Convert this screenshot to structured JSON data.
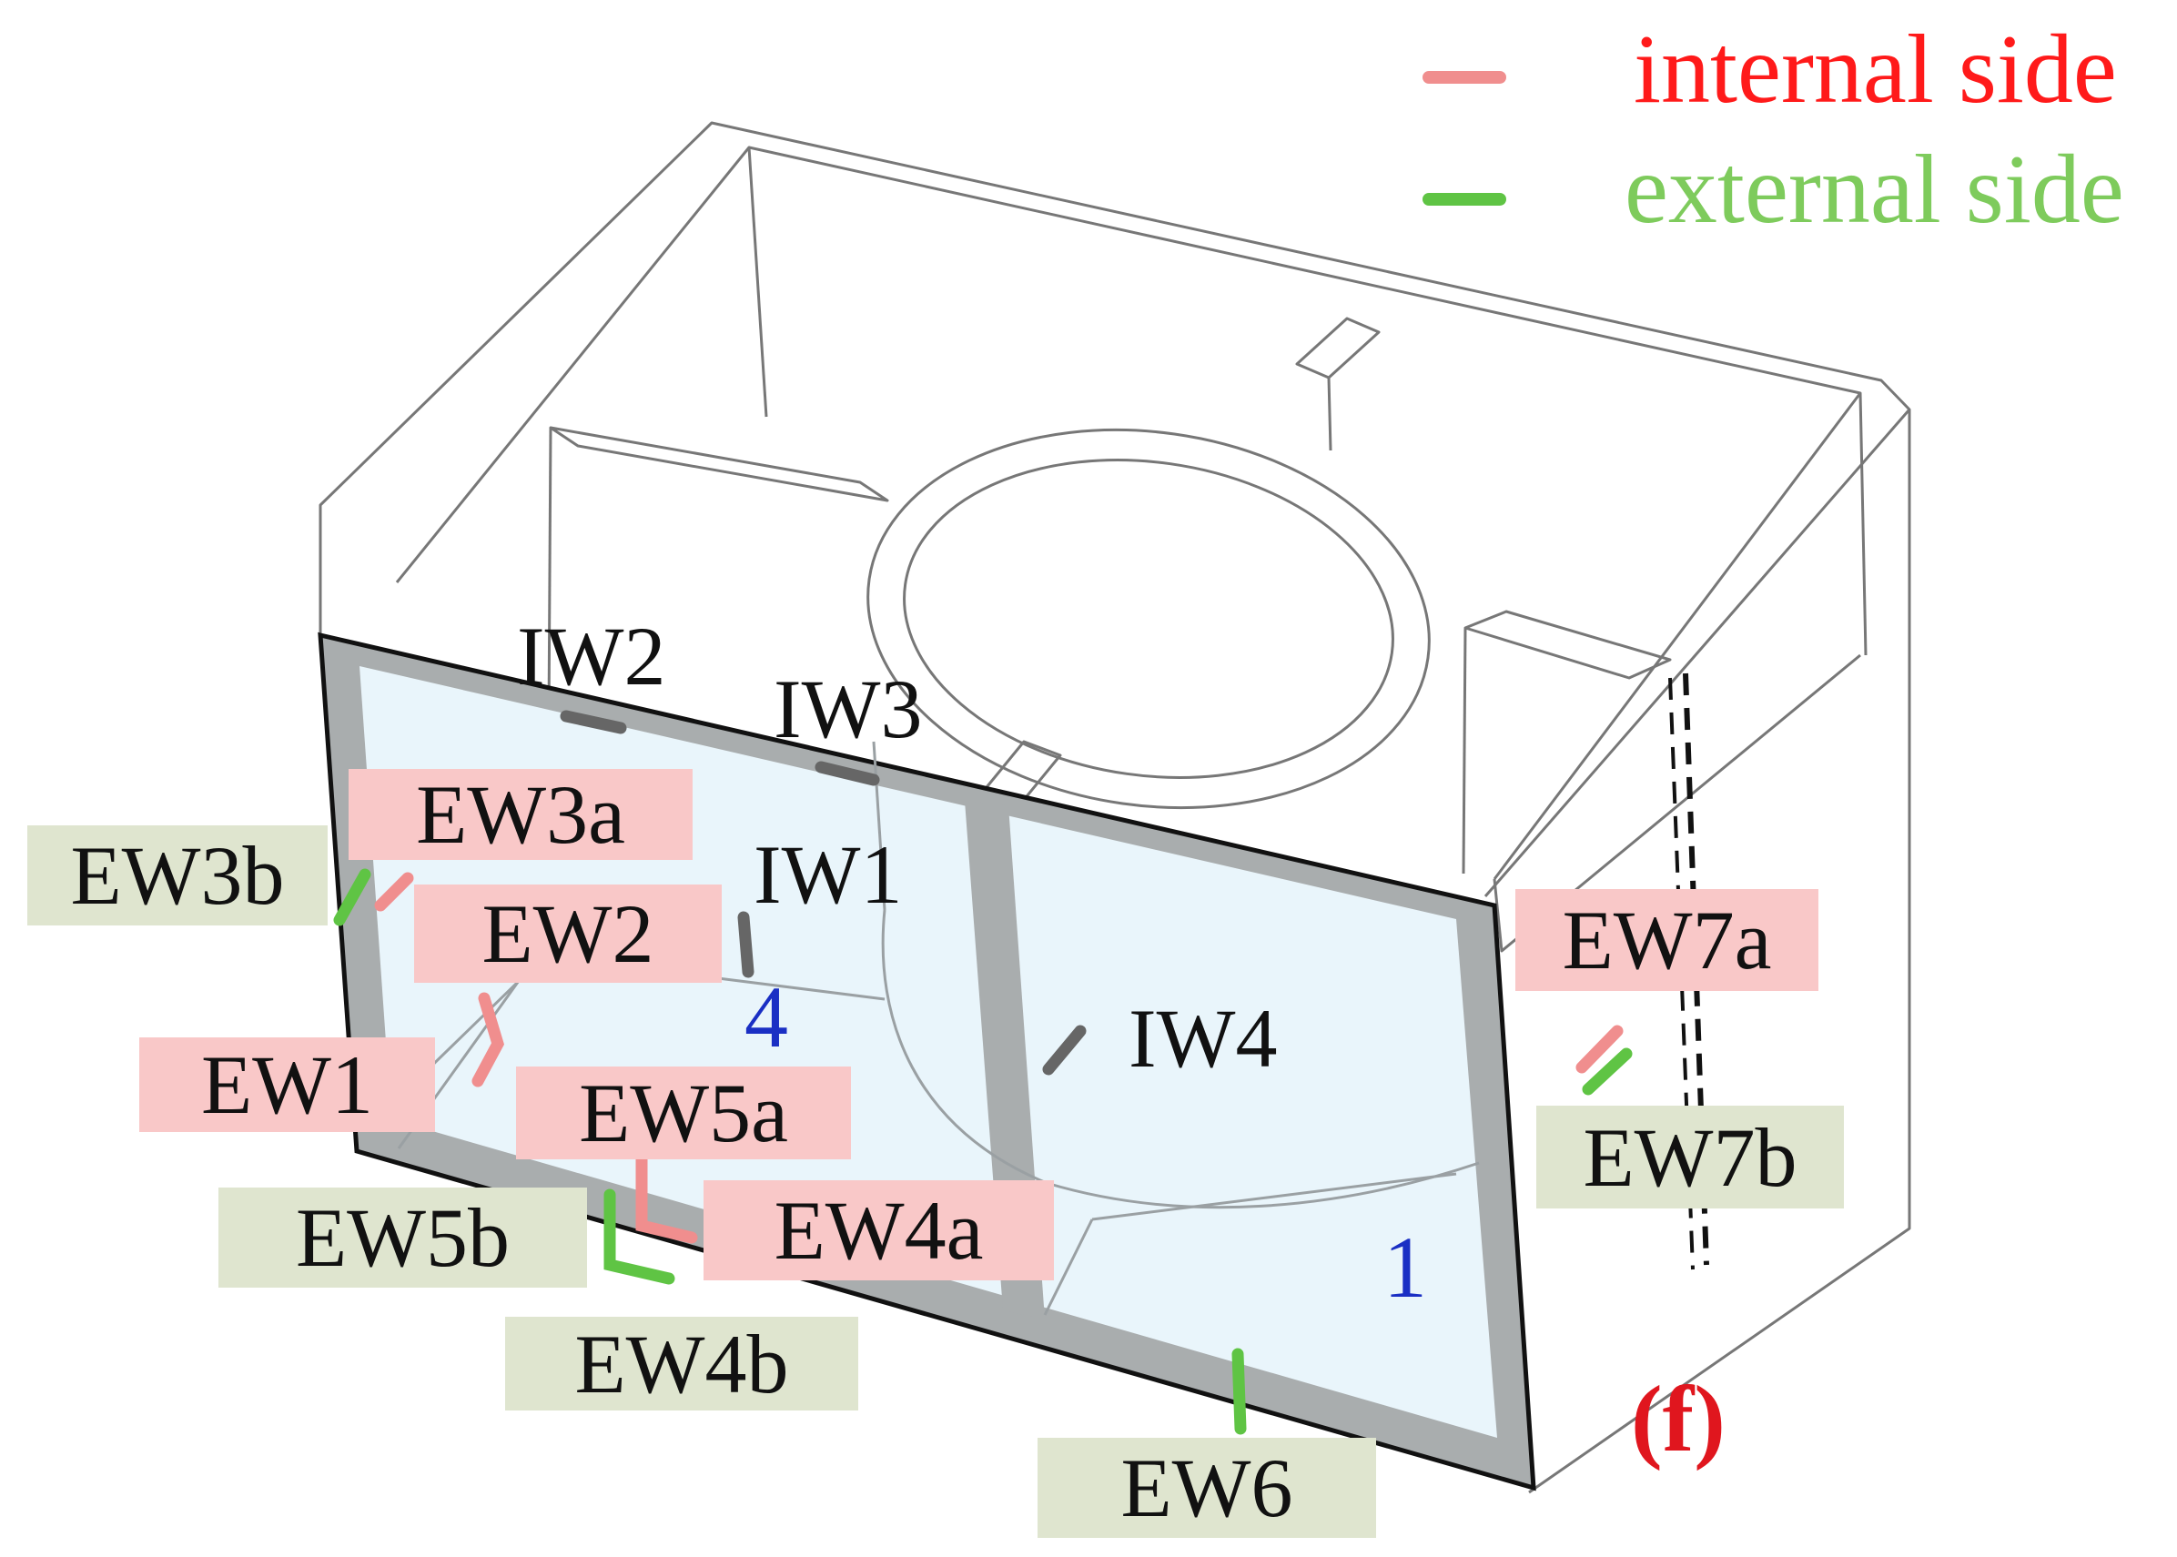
{
  "colors": {
    "internal": "#f08e8e",
    "internal_text": "#ff1a1a",
    "external": "#5fc444",
    "external_text": "#7ecb5c",
    "internal_bg": "#f9c8c8",
    "external_bg": "#dfe5cf",
    "chamber_number": "#1a2fc4",
    "panel_letter": "#e0161e",
    "interior_marker": "#666666",
    "glass": "#e9f5fb",
    "wall_section": "#a9adae"
  },
  "legend": [
    {
      "label": "internal side",
      "kind": "internal"
    },
    {
      "label": "external side",
      "kind": "external"
    }
  ],
  "labels": {
    "EW3a": "EW3a",
    "EW3b": "EW3b",
    "EW2": "EW2",
    "EW1": "EW1",
    "EW5a": "EW5a",
    "EW5b": "EW5b",
    "EW4a": "EW4a",
    "EW4b": "EW4b",
    "EW6": "EW6",
    "EW7a": "EW7a",
    "EW7b": "EW7b",
    "IW1": "IW1",
    "IW2": "IW2",
    "IW3": "IW3",
    "IW4": "IW4"
  },
  "chambers": {
    "left": "4",
    "right": "1"
  },
  "panel": "(f)"
}
